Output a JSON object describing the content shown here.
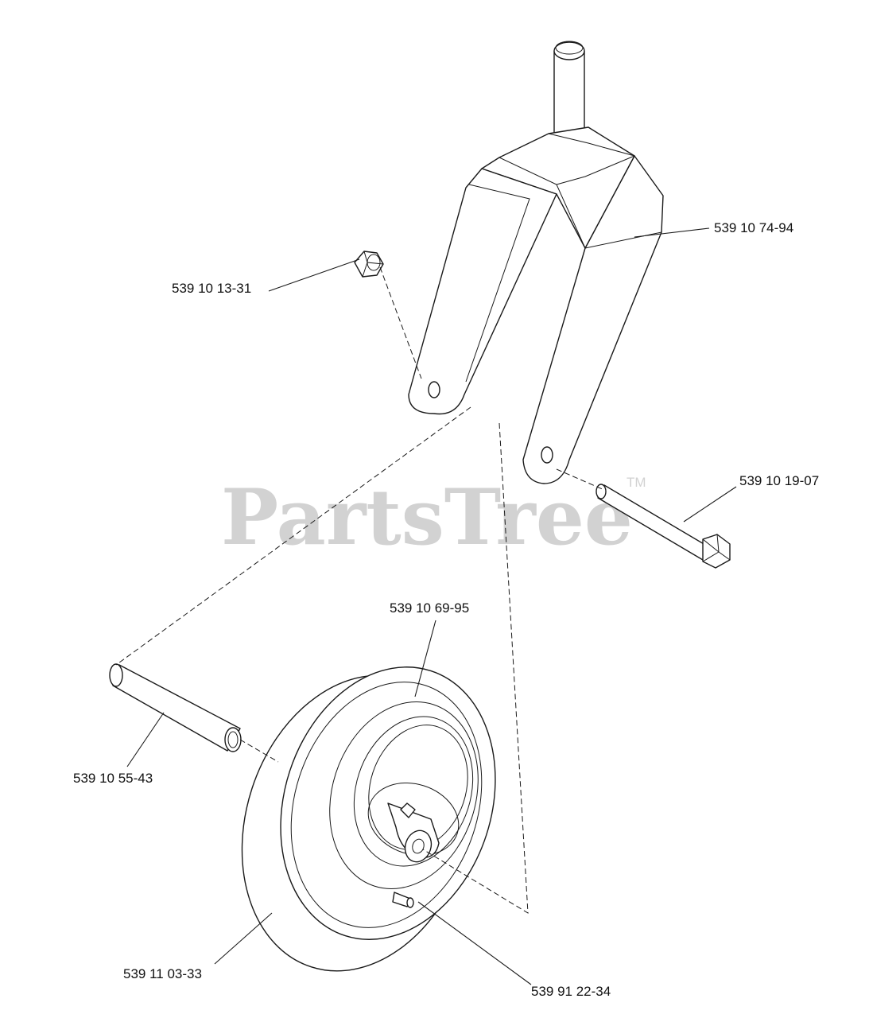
{
  "watermark": {
    "text": "PartsTree",
    "trademark": "TM"
  },
  "parts": [
    {
      "id": "fork",
      "part_number": "539 10 74-94",
      "icon": "caster-fork"
    },
    {
      "id": "nut",
      "part_number": "539 10 13-31",
      "icon": "hex-nut"
    },
    {
      "id": "bolt",
      "part_number": "539 10 19-07",
      "icon": "hex-bolt"
    },
    {
      "id": "wheel",
      "part_number": "539 10 69-95",
      "icon": "wheel-assembly"
    },
    {
      "id": "spacer",
      "part_number": "539 10 55-43",
      "icon": "spacer-tube"
    },
    {
      "id": "tire",
      "part_number": "539 11 03-33",
      "icon": "tire"
    },
    {
      "id": "grease-fitting",
      "part_number": "539 91 22-34",
      "icon": "grease-fitting"
    }
  ]
}
